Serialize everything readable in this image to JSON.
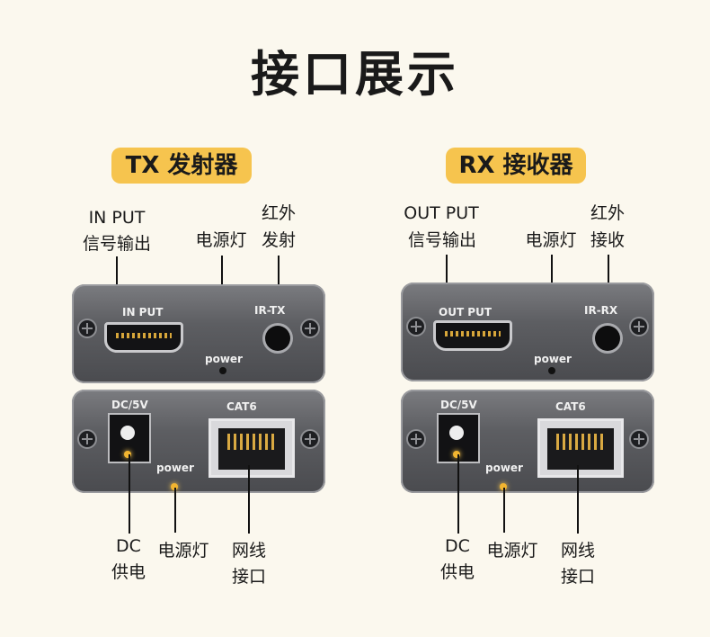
{
  "title": "接口展示",
  "tx": {
    "badge": "TX 发射器",
    "in_put_en": "IN PUT",
    "in_put_cn": "信号输出",
    "led_label": "电源灯",
    "ir_l1": "红外",
    "ir_l2": "发射",
    "panel_in": "IN PUT",
    "panel_ir": "IR-TX",
    "panel_power": "power",
    "panel_dc": "DC/5V",
    "panel_cat": "CAT6",
    "panel_power2": "power",
    "dc_l1": "DC",
    "dc_l2": "供电",
    "led2_label": "电源灯",
    "net_l1": "网线",
    "net_l2": "接口"
  },
  "rx": {
    "badge": "RX 接收器",
    "out_put_en": "OUT PUT",
    "out_put_cn": "信号输出",
    "led_label": "电源灯",
    "ir_l1": "红外",
    "ir_l2": "接收",
    "panel_out": "OUT PUT",
    "panel_ir": "IR-RX",
    "panel_power": "power",
    "panel_dc": "DC/5V",
    "panel_cat": "CAT6",
    "panel_power2": "power",
    "dc_l1": "DC",
    "dc_l2": "供电",
    "led2_label": "电源灯",
    "net_l1": "网线",
    "net_l2": "接口"
  }
}
